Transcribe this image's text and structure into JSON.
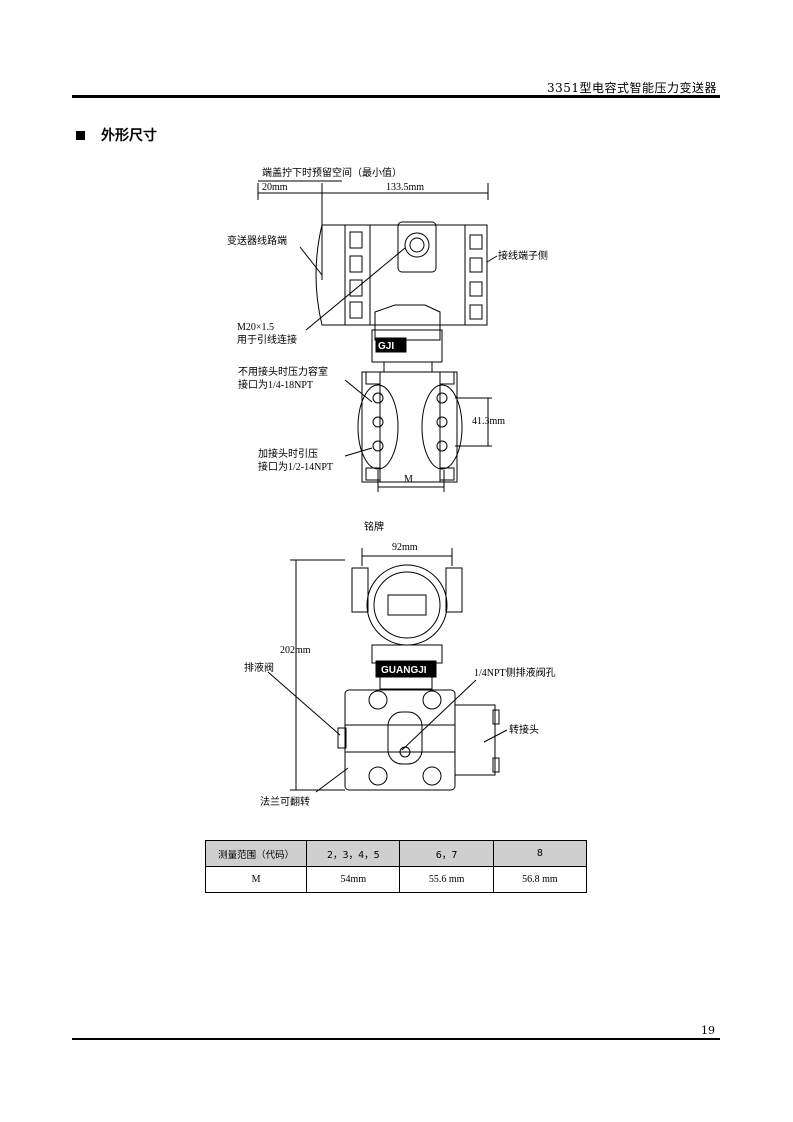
{
  "header": {
    "title": "3351型电容式智能压力变送器"
  },
  "section": {
    "title": "外形尺寸"
  },
  "figure1": {
    "space_label": "端盖拧下时预留空间（最小值）",
    "dim_20": "20mm",
    "dim_133": "133.5mm",
    "terminal_label": "变送器线路端",
    "terminal_side": "接线端子侧",
    "thread_line1": "M20×1.5",
    "thread_line2": "用于引线连接",
    "brand": "GJI",
    "no_conn_line1": "不用接头时压力容室",
    "no_conn_line2": "接口为1/4-18NPT",
    "dim_41": "41.3mm",
    "conn_line1": "加接头时引压",
    "conn_line2": "接口为1/2-14NPT",
    "dim_m": "M"
  },
  "figure2": {
    "nameplate": "铭牌",
    "dim_92": "92mm",
    "dim_202": "202mm",
    "brand": "GUANGJI",
    "drain_valve": "排液阀",
    "side_drain": "1/4NPT侧排液阀孔",
    "adapter": "转接头",
    "flange": "法兰可翻转"
  },
  "table": {
    "headers": [
      "测量范围（代码）",
      "2，3，4，5",
      "6，7",
      "8"
    ],
    "row": [
      "M",
      "54mm",
      "55.6 mm",
      "56.8 mm"
    ]
  },
  "footer": {
    "page": "19"
  }
}
